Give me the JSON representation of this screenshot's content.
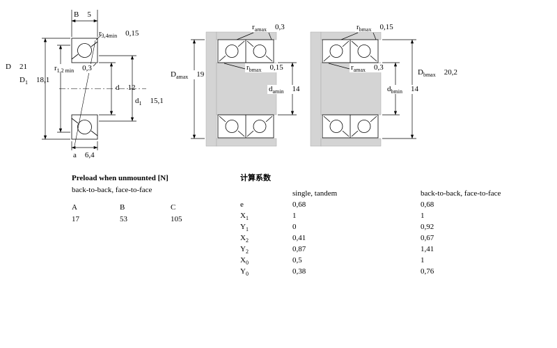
{
  "dims": {
    "B": {
      "sym": "B",
      "sub": "",
      "val": "5"
    },
    "r34": {
      "sym": "r",
      "sub": "3,4min",
      "val": "0,15"
    },
    "D": {
      "sym": "D",
      "sub": "",
      "val": "21"
    },
    "r12": {
      "sym": "r",
      "sub": "1,2 min",
      "val": "0,3"
    },
    "D1": {
      "sym": "D",
      "sub": "1",
      "val": "18,1"
    },
    "d": {
      "sym": "d",
      "sub": "",
      "val": "12"
    },
    "d1": {
      "sym": "d",
      "sub": "1",
      "val": "15,1"
    },
    "a": {
      "sym": "a",
      "sub": "",
      "val": "6,4"
    },
    "ramax1": {
      "sym": "r",
      "sub": "amax",
      "val": "0,3"
    },
    "Damax": {
      "sym": "D",
      "sub": "amax",
      "val": "19"
    },
    "rbmax1": {
      "sym": "r",
      "sub": "bmax",
      "val": "0,15"
    },
    "damin": {
      "sym": "d",
      "sub": "amin",
      "val": "14"
    },
    "rbmax2": {
      "sym": "r",
      "sub": "bmax",
      "val": "0,15"
    },
    "ramax2": {
      "sym": "r",
      "sub": "amax",
      "val": "0,3"
    },
    "Dbmax": {
      "sym": "D",
      "sub": "bmax",
      "val": "20,2"
    },
    "dbmin": {
      "sym": "d",
      "sub": "bmin",
      "val": "14"
    }
  },
  "preload": {
    "title": "Preload when unmounted [N]",
    "subtitle": "back-to-back, face-to-face",
    "headers": [
      "A",
      "B",
      "C"
    ],
    "values": [
      "17",
      "53",
      "105"
    ]
  },
  "factors": {
    "title": "计算系数",
    "col_headers": [
      "single, tandem",
      "back-to-back, face-to-face"
    ],
    "rows": [
      {
        "sym": "e",
        "sub": "",
        "single": "0,68",
        "btb": "0,68"
      },
      {
        "sym": "X",
        "sub": "1",
        "single": "1",
        "btb": "1"
      },
      {
        "sym": "Y",
        "sub": "1",
        "single": "0",
        "btb": "0,92"
      },
      {
        "sym": "X",
        "sub": "2",
        "single": "0,41",
        "btb": "0,67"
      },
      {
        "sym": "Y",
        "sub": "2",
        "single": "0,87",
        "btb": "1,41"
      },
      {
        "sym": "X",
        "sub": "0",
        "single": "0,5",
        "btb": "1"
      },
      {
        "sym": "Y",
        "sub": "0",
        "single": "0,38",
        "btb": "0,76"
      }
    ]
  },
  "colors": {
    "shaded": "#d4d4d4",
    "line": "#000000"
  }
}
